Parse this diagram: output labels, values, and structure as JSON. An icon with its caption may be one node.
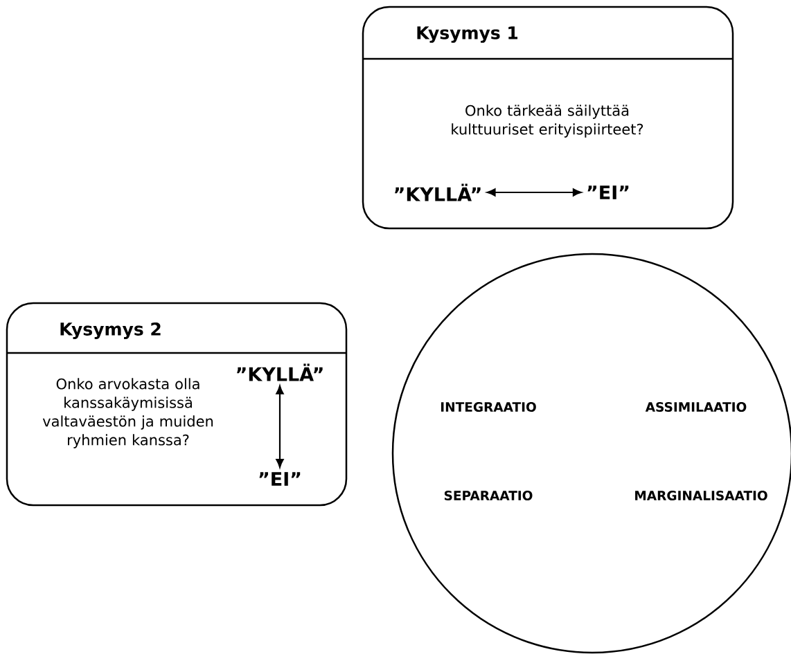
{
  "diagram": {
    "nodes": [
      {
        "text": [
          "Kysymys 1",
          "Onko tärkeää säilyttää kulttuuriset erityispiirteet?"
        ]
      },
      {
        "text": [
          "”KYLLÄ”"
        ],
        "in": 0
      },
      {
        "text": [
          "”EI”"
        ],
        "in": 0
      },
      {
        "text": [
          "Kysymys 2",
          "Onko arvokasta olla kanssakäymisissä valtaväestön ja muiden ryhmien kanssa?"
        ]
      },
      {
        "text": [
          "”KYLLÄ”"
        ],
        "in": 3
      },
      {
        "text": [
          "”EI”"
        ],
        "in": 3
      },
      {
        "text": [
          "INTEGRAATIO",
          "ASSIMILAATIO",
          "SEPARAATIO",
          "MARGINALISAATIO"
        ]
      }
    ],
    "edges": [
      {
        "from": 1,
        "to": 2,
        "arrow": "both"
      },
      {
        "from": 4,
        "to": 5,
        "arrow": "both"
      }
    ]
  }
}
